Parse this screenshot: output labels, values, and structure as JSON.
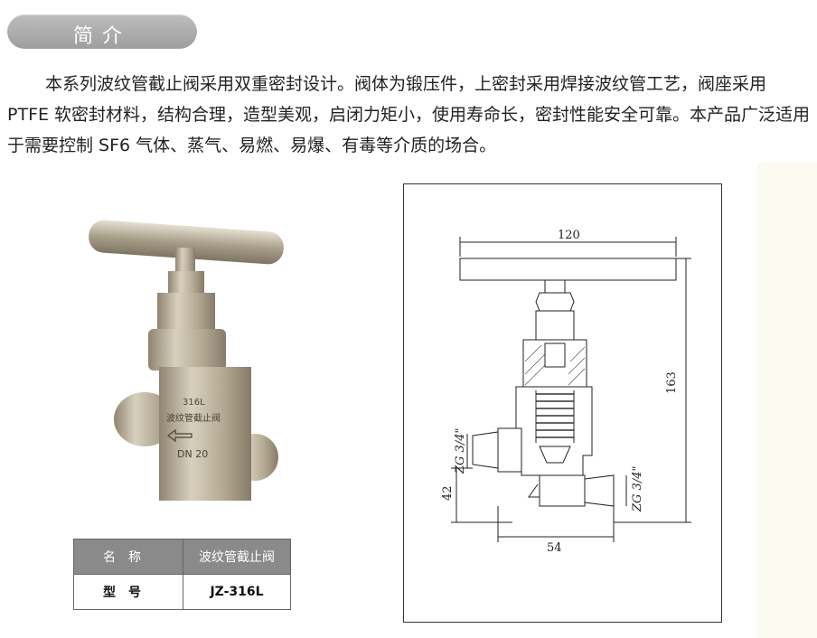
{
  "section": {
    "title": "简介"
  },
  "intro": {
    "text": "本系列波纹管截止阀采用双重密封设计。阀体为锻压件，上密封采用焊接波纹管工艺，阀座采用 PTFE 软密封材料，结构合理，造型美观，启闭力矩小，使用寿命长，密封性能安全可靠。本产品广泛适用于需要控制 SF6 气体、蒸气、易燃、易爆、有毒等介质的场合。"
  },
  "photo": {
    "engraving_grade": "316L",
    "engraving_name": "波纹管截止阀",
    "engraving_dn": "DN 20"
  },
  "spec_table": {
    "rows": [
      {
        "label": "名称",
        "value": "波纹管截止阀"
      },
      {
        "label": "型号",
        "value": "JZ-316L"
      }
    ]
  },
  "drawing": {
    "dim_handle_width": "120",
    "dim_total_height": "163",
    "dim_body_width": "54",
    "dim_port_height": "42",
    "thread_left": "ZG 3/4\"",
    "thread_right": "ZG 3/4\""
  },
  "colors": {
    "header_pill": "#a8a8a8",
    "table_header": "#8a8a8a",
    "steel": "#b5aa94"
  }
}
